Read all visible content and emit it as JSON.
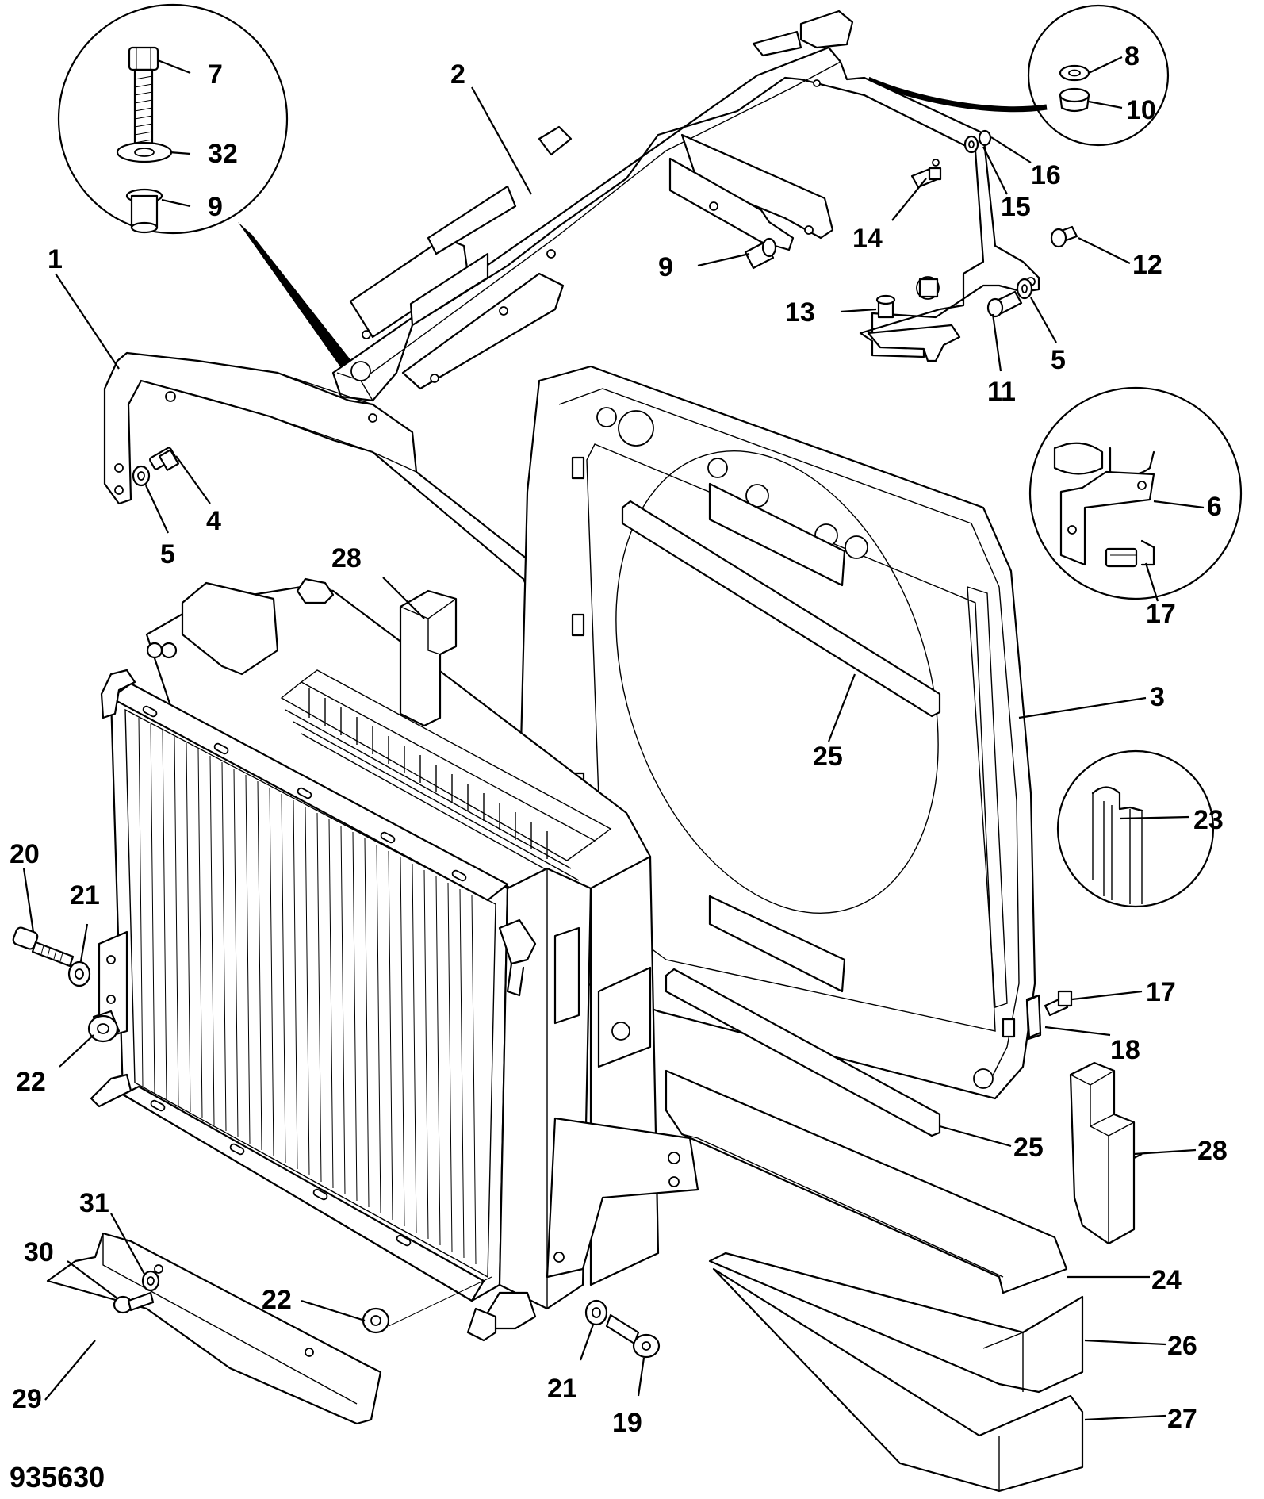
{
  "figure_number": "935630",
  "callouts": {
    "c1": "1",
    "c2": "2",
    "c3": "3",
    "c4": "4",
    "c5a": "5",
    "c5b": "5",
    "c6": "6",
    "c7": "7",
    "c8": "8",
    "c9a": "9",
    "c9b": "9",
    "c10": "10",
    "c11": "11",
    "c12": "12",
    "c13": "13",
    "c14": "14",
    "c15": "15",
    "c16": "16",
    "c17a": "17",
    "c17b": "17",
    "c18": "18",
    "c19": "19",
    "c20": "20",
    "c21a": "21",
    "c21b": "21",
    "c22a": "22",
    "c22b": "22",
    "c23": "23",
    "c24": "24",
    "c25a": "25",
    "c25b": "25",
    "c26": "26",
    "c27": "27",
    "c28a": "28",
    "c28b": "28",
    "c29": "29",
    "c30": "30",
    "c31": "31",
    "c32": "32"
  }
}
